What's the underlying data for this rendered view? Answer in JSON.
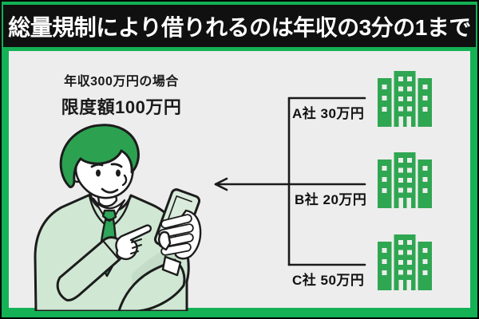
{
  "banner": {
    "title": "総量規制により借りれるのは年収の3分の1まで"
  },
  "example": {
    "condition": "年収300万円の場合",
    "limit": "限度額100万円"
  },
  "companies": [
    {
      "label": "A社 30万円"
    },
    {
      "label": "B社 20万円"
    },
    {
      "label": "C社 50万円"
    }
  ],
  "icons": {
    "building": "office-building-icon",
    "person": "man-looking-at-smartphone-illustration",
    "arrow": "left-arrow"
  },
  "colors": {
    "frame_green": "#14b155",
    "banner_bg": "#101010",
    "banner_text": "#ffffff",
    "panel_bg": "#ededed",
    "icon_green": "#2fa651",
    "suit_green": "#cfe7d3",
    "phone_green": "#d9ecdc",
    "line_black": "#1a1a1a"
  }
}
